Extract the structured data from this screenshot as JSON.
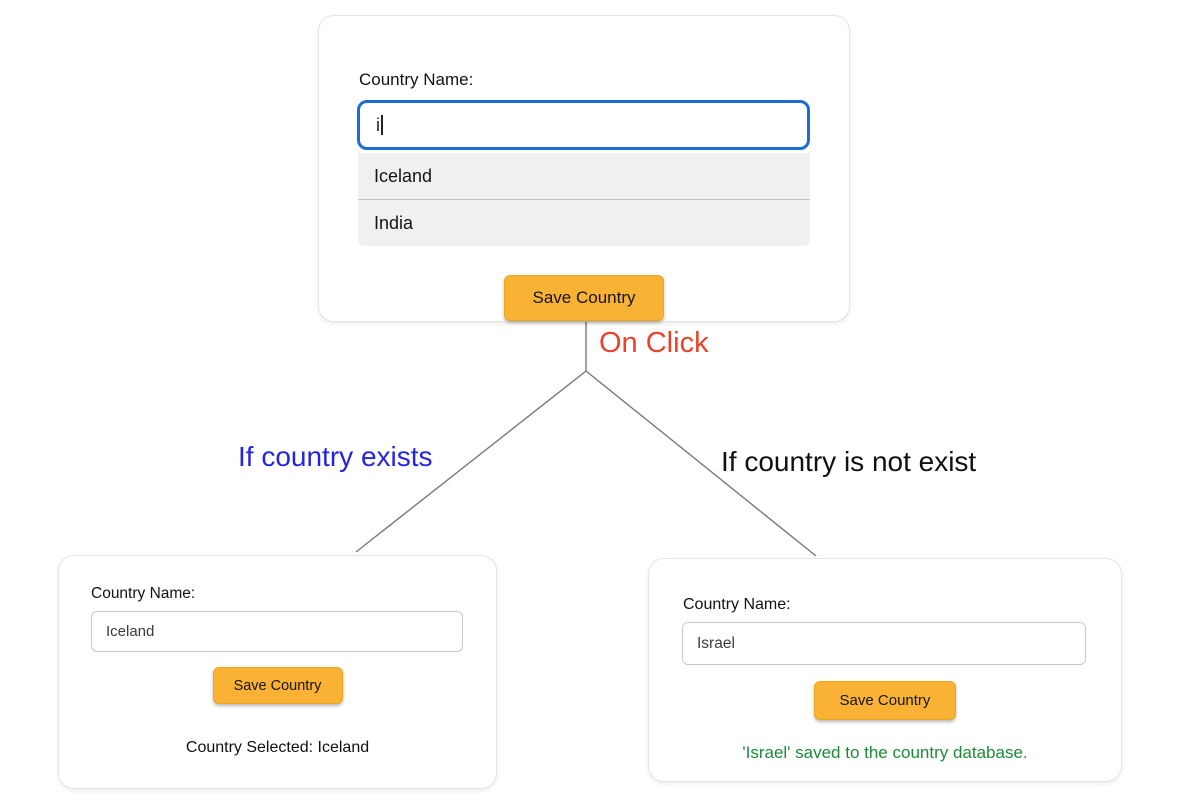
{
  "flow": {
    "on_click_label": "On Click",
    "branch_left_label": "If country exists",
    "branch_right_label": "If country is not exist"
  },
  "top_card": {
    "field_label": "Country Name:",
    "input_value": "i",
    "dropdown_options": [
      "Iceland",
      "India"
    ],
    "save_button_label": "Save Country"
  },
  "left_card": {
    "field_label": "Country Name:",
    "input_value": "Iceland",
    "save_button_label": "Save Country",
    "result_text": "Country Selected: Iceland"
  },
  "right_card": {
    "field_label": "Country Name:",
    "input_value": "Israel",
    "save_button_label": "Save Country",
    "result_text": "'Israel' saved to the country database."
  },
  "colors": {
    "button_bg": "#F9B233",
    "focused_input_border": "#1D6BD4",
    "on_click_text": "#E8432B",
    "branch_left_text": "#2525E0",
    "branch_right_text": "#0F0F0F",
    "result_success_text": "#1D8A3A",
    "connector_line": "#787878",
    "dropdown_bg": "#F0F0F0"
  }
}
